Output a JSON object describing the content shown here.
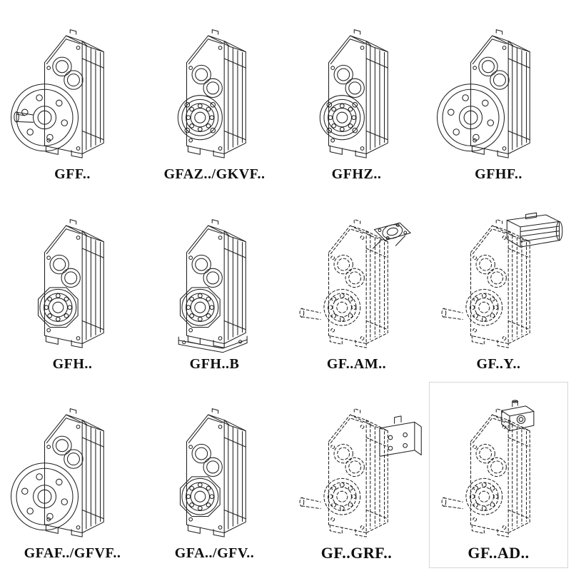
{
  "catalog": {
    "items": [
      {
        "label": "GFF..",
        "variant": "flange-solid-shaft"
      },
      {
        "label": "GFAZ../GKVF..",
        "variant": "hollow-shaft-short-flange"
      },
      {
        "label": "GFHZ..",
        "variant": "hollow-shaft-short-flange"
      },
      {
        "label": "GFHF..",
        "variant": "flange-mounted"
      },
      {
        "label": "GFH..",
        "variant": "hollow-shaft"
      },
      {
        "label": "GFH..B",
        "variant": "hollow-shaft-base-plate"
      },
      {
        "label": "GF..AM..",
        "variant": "motor-adapter-flange"
      },
      {
        "label": "GF..Y..",
        "variant": "with-motor"
      },
      {
        "label": "GFAF../GFVF..",
        "variant": "flange-mounted"
      },
      {
        "label": "GFA../GFV..",
        "variant": "hollow-shaft"
      },
      {
        "label": "GF..GRF..",
        "variant": "input-adapter-box"
      },
      {
        "label": "GF..AD..",
        "variant": "input-shaft-adapter"
      }
    ]
  }
}
